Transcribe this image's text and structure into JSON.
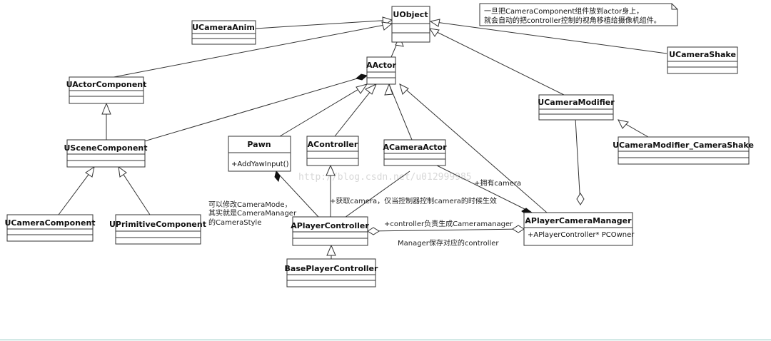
{
  "classes": {
    "uobject": "UObject",
    "ucameraanim": "UCameraAnim",
    "ucamerashake": "UCameraShake",
    "aactor": "AActor",
    "uactorcomponent": "UActorComponent",
    "ucameramodifier": "UCameraModifier",
    "uscenecomponent": "USceneComponent",
    "pawn": "Pawn",
    "pawn_method": "+AddYawInput()",
    "acontroller": "AController",
    "acameraactor": "ACameraActor",
    "ucameramodifier_camerashake": "UCameraModifier_CameraShake",
    "ucameracomponent": "UCameraComponent",
    "uprimitivecomponent": "UPrimitiveComponent",
    "aplayercontroller": "APlayerController",
    "aplayercameramanager": "APlayerCameraManager",
    "aplayercameramanager_attr": "+APlayerController* PCOwner",
    "baseplayercontroller": "BasePlayerController"
  },
  "note": {
    "line1": "一旦把CameraComponent组件放到actor身上，",
    "line2": "就会自动的把controller控制的视角移植给摄像机组件。"
  },
  "labels": {
    "camera_mode_1": "可以修改CameraMode，",
    "camera_mode_2": "其实就是CameraManager",
    "camera_mode_3": "的CameraStyle",
    "get_camera": "+获取camera，仅当控制器控制camera的时候生效",
    "has_camera": "+拥有camera",
    "controller_generates": "+controller负责生成Cameramanager",
    "manager_saves": "Manager保存对应的controller"
  },
  "watermark": "http://blog.csdn.net/u012999985"
}
